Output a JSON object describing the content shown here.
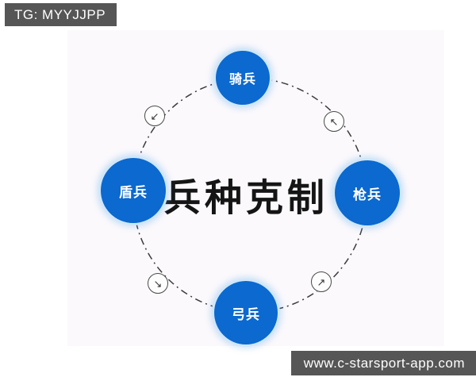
{
  "watermarks": {
    "telegram_badge": "TG: MYYJJPP",
    "website_badge": "www.c-starsport-app.com"
  },
  "diagram": {
    "title": "兵种克制",
    "nodes": [
      {
        "id": "cavalry",
        "label": "骑兵",
        "position": "top"
      },
      {
        "id": "spearman",
        "label": "枪兵",
        "position": "right"
      },
      {
        "id": "archer",
        "label": "弓兵",
        "position": "bottom"
      },
      {
        "id": "shield",
        "label": "盾兵",
        "position": "left"
      }
    ],
    "cycle_arrows": [
      {
        "position": "top-left",
        "glyph": "↙"
      },
      {
        "position": "top-right",
        "glyph": "↖"
      },
      {
        "position": "bottom-left",
        "glyph": "↘"
      },
      {
        "position": "bottom-right",
        "glyph": "↗"
      }
    ]
  },
  "colors": {
    "node_fill": "#0b69cf",
    "node_halo": "#cfe7fa",
    "ring_stroke": "#3c3c3c",
    "badge_bg": "#565656",
    "badge_text": "#ffffff",
    "title_color": "#151515"
  }
}
